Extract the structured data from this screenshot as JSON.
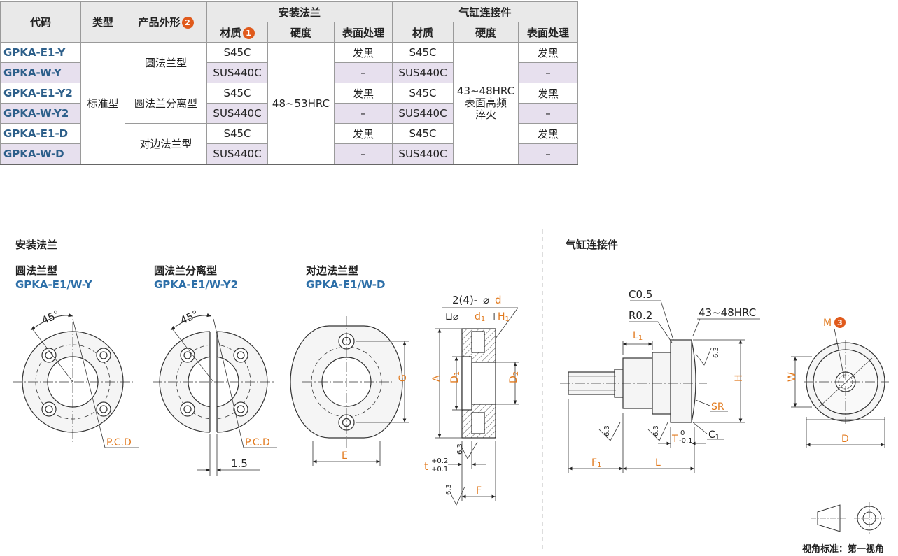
{
  "table": {
    "headers": {
      "code": "代码",
      "type": "类型",
      "shape": "产品外形",
      "shape_badge": "2",
      "flange_group": "安装法兰",
      "cylinder_group": "气缸连接件",
      "material": "材质",
      "material_badge": "1",
      "hardness": "硬度",
      "surface": "表面处理"
    },
    "rows": [
      {
        "code": "GPKA-E1-Y",
        "f_mat": "S45C",
        "f_surf": "发黑",
        "c_mat": "S45C",
        "c_surf": "发黑"
      },
      {
        "code": "GPKA-W-Y",
        "f_mat": "SUS440C",
        "f_surf": "–",
        "c_mat": "SUS440C",
        "c_surf": "–"
      },
      {
        "code": "GPKA-E1-Y2",
        "f_mat": "S45C",
        "f_surf": "发黑",
        "c_mat": "S45C",
        "c_surf": "发黑"
      },
      {
        "code": "GPKA-W-Y2",
        "f_mat": "SUS440C",
        "f_surf": "–",
        "c_mat": "SUS440C",
        "c_surf": "–"
      },
      {
        "code": "GPKA-E1-D",
        "f_mat": "S45C",
        "f_surf": "发黑",
        "c_mat": "S45C",
        "c_surf": "发黑"
      },
      {
        "code": "GPKA-W-D",
        "f_mat": "SUS440C",
        "f_surf": "–",
        "c_mat": "SUS440C",
        "c_surf": "–"
      }
    ],
    "type_value": "标准型",
    "shape_values": [
      "圆法兰型",
      "圆法兰分离型",
      "对边法兰型"
    ],
    "flange_hardness": "48~53HRC",
    "cylinder_hardness": [
      "43~48HRC",
      "表面高频",
      "淬火"
    ]
  },
  "drawings": {
    "flange_section": "安装法兰",
    "cylinder_section": "气缸连接件",
    "round": {
      "title": "圆法兰型",
      "code": "GPKA-E1/W-Y",
      "angle": "45°",
      "pcd": "P.C.D"
    },
    "split": {
      "title": "圆法兰分离型",
      "code": "GPKA-E1/W-Y2",
      "angle": "45°",
      "pcd": "P.C.D",
      "gap": "1.5"
    },
    "flat": {
      "title": "对边法兰型",
      "code": "GPKA-E1/W-D",
      "e": "E",
      "g": "G"
    },
    "side": {
      "holes_prefix": "2(4)-",
      "holes_d": "d",
      "d1": "d",
      "d1_sub": "1",
      "h1": "H",
      "h1_sub": "1",
      "a": "A",
      "D1": "D",
      "D1_sub": "1",
      "D2": "D",
      "D2_sub": "2",
      "t": "t",
      "t_tol_up": "+0.2",
      "t_tol_dn": "+0.1",
      "f": "F",
      "rough": "6.3"
    },
    "conn": {
      "c05": "C0.5",
      "r02": "R0.2",
      "hrc": "43~48HRC",
      "l1": "L",
      "l1_sub": "1",
      "h": "H",
      "sr": "SR",
      "c1": "C",
      "c1_sub": "1",
      "t": "T",
      "t_tol_up": "0",
      "t_tol_dn": "-0.1",
      "f1": "F",
      "f1_sub": "1",
      "l": "L",
      "rough": "6.3"
    },
    "front": {
      "m": "M",
      "m_badge": "3",
      "w": "W",
      "d": "D"
    },
    "projection": "视角标准：第一视角"
  }
}
